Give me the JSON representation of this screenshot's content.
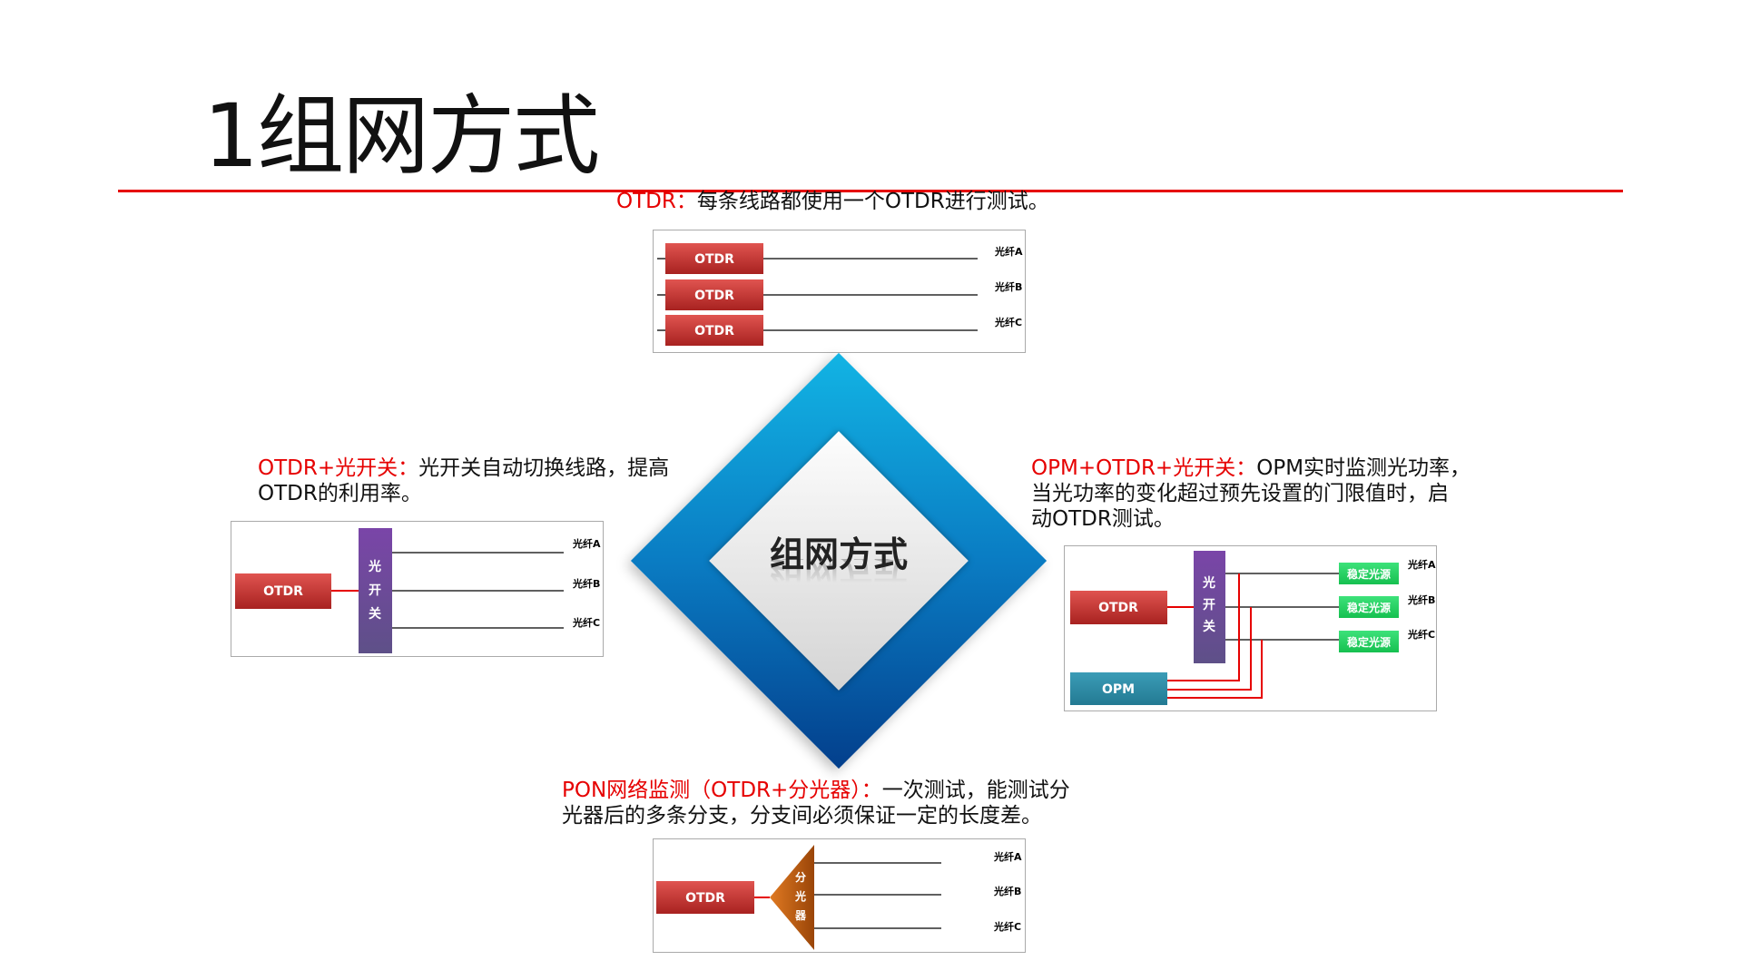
{
  "title": "1组网方式",
  "center_label": "组网方式",
  "colors": {
    "accent_red": "#e60000",
    "otdr": "#c9302c",
    "switch": "#6a4c96",
    "opm": "#2e8aa5",
    "light_source": "#1ed45f",
    "splitter": "#b3560f"
  },
  "sections": {
    "top": {
      "label": "OTDR：",
      "text": "每条线路都使用一个OTDR进行测试。"
    },
    "left": {
      "label": "OTDR+光开关：",
      "text": "光开关自动切换线路，提高",
      "text2": "OTDR的利用率。"
    },
    "right": {
      "label": "OPM+OTDR+光开关：",
      "text": "OPM实时监测光功率，",
      "text2": "当光功率的变化超过预先设置的门限值时，启",
      "text3": "动OTDR测试。"
    },
    "bottom": {
      "label": "PON网络监测（OTDR+分光器）：",
      "text": "一次测试，能测试分",
      "text2": "光器后的多条分支，分支间必须保证一定的长度差。"
    }
  },
  "diagram": {
    "otdr": "OTDR",
    "opm": "OPM",
    "switch": [
      "光",
      "开",
      "关"
    ],
    "splitter": [
      "分",
      "光",
      "器"
    ],
    "light_source": "稳定光源",
    "fibers": [
      "光纤A",
      "光纤B",
      "光纤C"
    ]
  }
}
